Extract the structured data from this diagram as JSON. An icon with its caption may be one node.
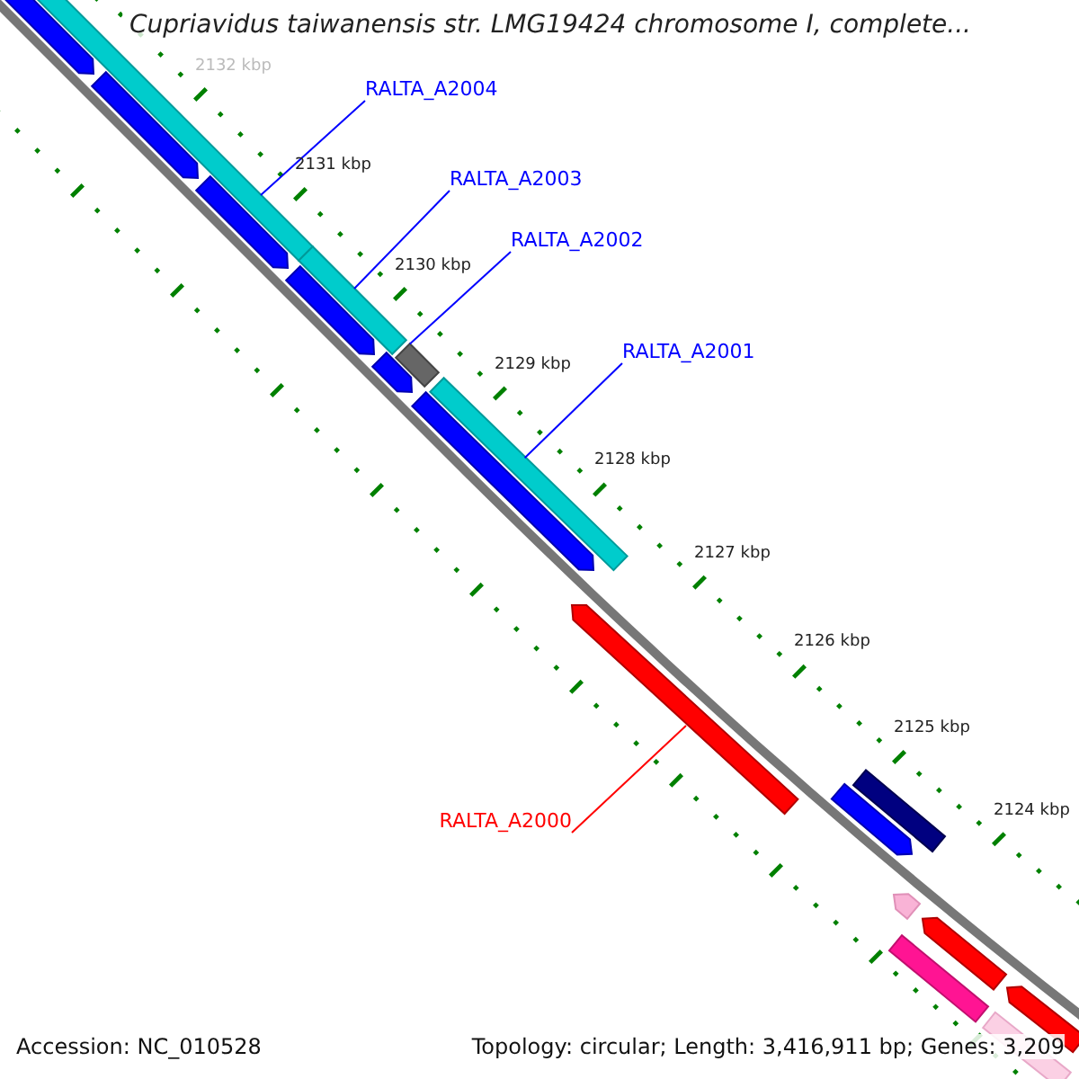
{
  "diagram": {
    "title": "Cupriavidus taiwanensis str. LMG19424 chromosome I, complete...",
    "nodes": [
      {
        "text": [
          "RALTA_A2004"
        ]
      },
      {
        "text": [
          "RALTA_A2003"
        ]
      },
      {
        "text": [
          "RALTA_A2002"
        ]
      },
      {
        "text": [
          "RALTA_A2001"
        ]
      },
      {
        "text": [
          "RALTA_A2000"
        ]
      },
      {
        "text": [],
        "shape": "bar"
      },
      {
        "text": [],
        "shape": "bar"
      },
      {
        "text": [],
        "shape": "bar"
      },
      {
        "text": [],
        "shape": "bar"
      },
      {
        "text": [],
        "shape": "bar"
      }
    ],
    "edges": [
      {
        "from": 0,
        "to": 5,
        "arrow": "none"
      },
      {
        "from": 1,
        "to": 6,
        "arrow": "none"
      },
      {
        "from": 2,
        "to": 7,
        "arrow": "none"
      },
      {
        "from": 3,
        "to": 8,
        "arrow": "none"
      },
      {
        "from": 4,
        "to": 9,
        "arrow": "none",
        "color": "#ff0000"
      }
    ],
    "labels": [
      "2132 kbp",
      "2131 kbp",
      "2130 kbp",
      "2129 kbp",
      "2128 kbp",
      "2127 kbp",
      "2126 kbp",
      "2125 kbp",
      "2124 kbp",
      "Accession: NC_010528",
      "Topology: circular; Length: 3,416,911 bp; Genes: 3,209"
    ]
  }
}
